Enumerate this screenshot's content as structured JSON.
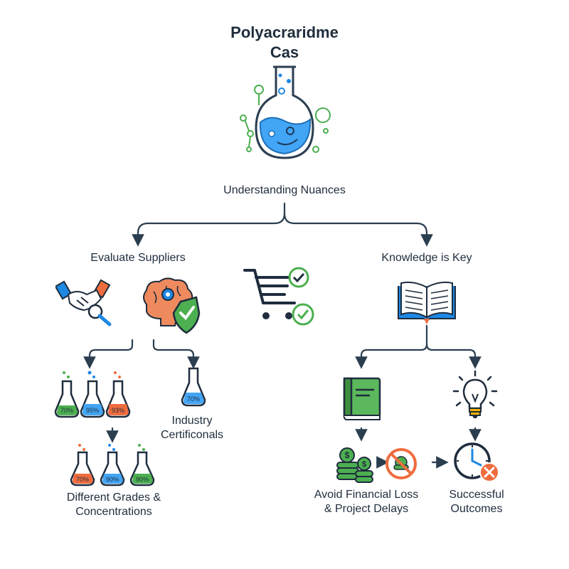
{
  "title": "Polyacraridme\nCas",
  "root": {
    "label": "Understanding Nuances"
  },
  "left": {
    "label": "Evaluate Suppliers",
    "grades_label": "Different Grades &\nConcentrations",
    "cert_label": "Industry\nCertificonals",
    "flasks_top": [
      "70%",
      "95%",
      "93%"
    ],
    "flasks_bottom": [
      "70%",
      "90%",
      "90%"
    ],
    "cert_flask": "70%"
  },
  "right": {
    "label": "Knowledge is Key",
    "loss_label": "Avoid Financial Loss\n& Project Delays",
    "outcome_label": "Successful\nOutcomes"
  },
  "icons": {
    "main": "round-flask-icon",
    "handshake": "handshake-icon",
    "brain": "brain-gear-icon",
    "shield": "shield-check-icon",
    "cart": "shopping-cart-check-icon",
    "book": "open-book-icon",
    "notebook": "notebook-icon",
    "bulb": "light-bulb-icon",
    "coins": "coins-icon",
    "no_money": "no-money-icon",
    "clock": "clock-x-icon"
  },
  "colors": {
    "line": "#2b3e50",
    "green": "#4caf50",
    "blue": "#1e88e5",
    "orange": "#ef6c3e",
    "dark": "#1f2d3d"
  }
}
